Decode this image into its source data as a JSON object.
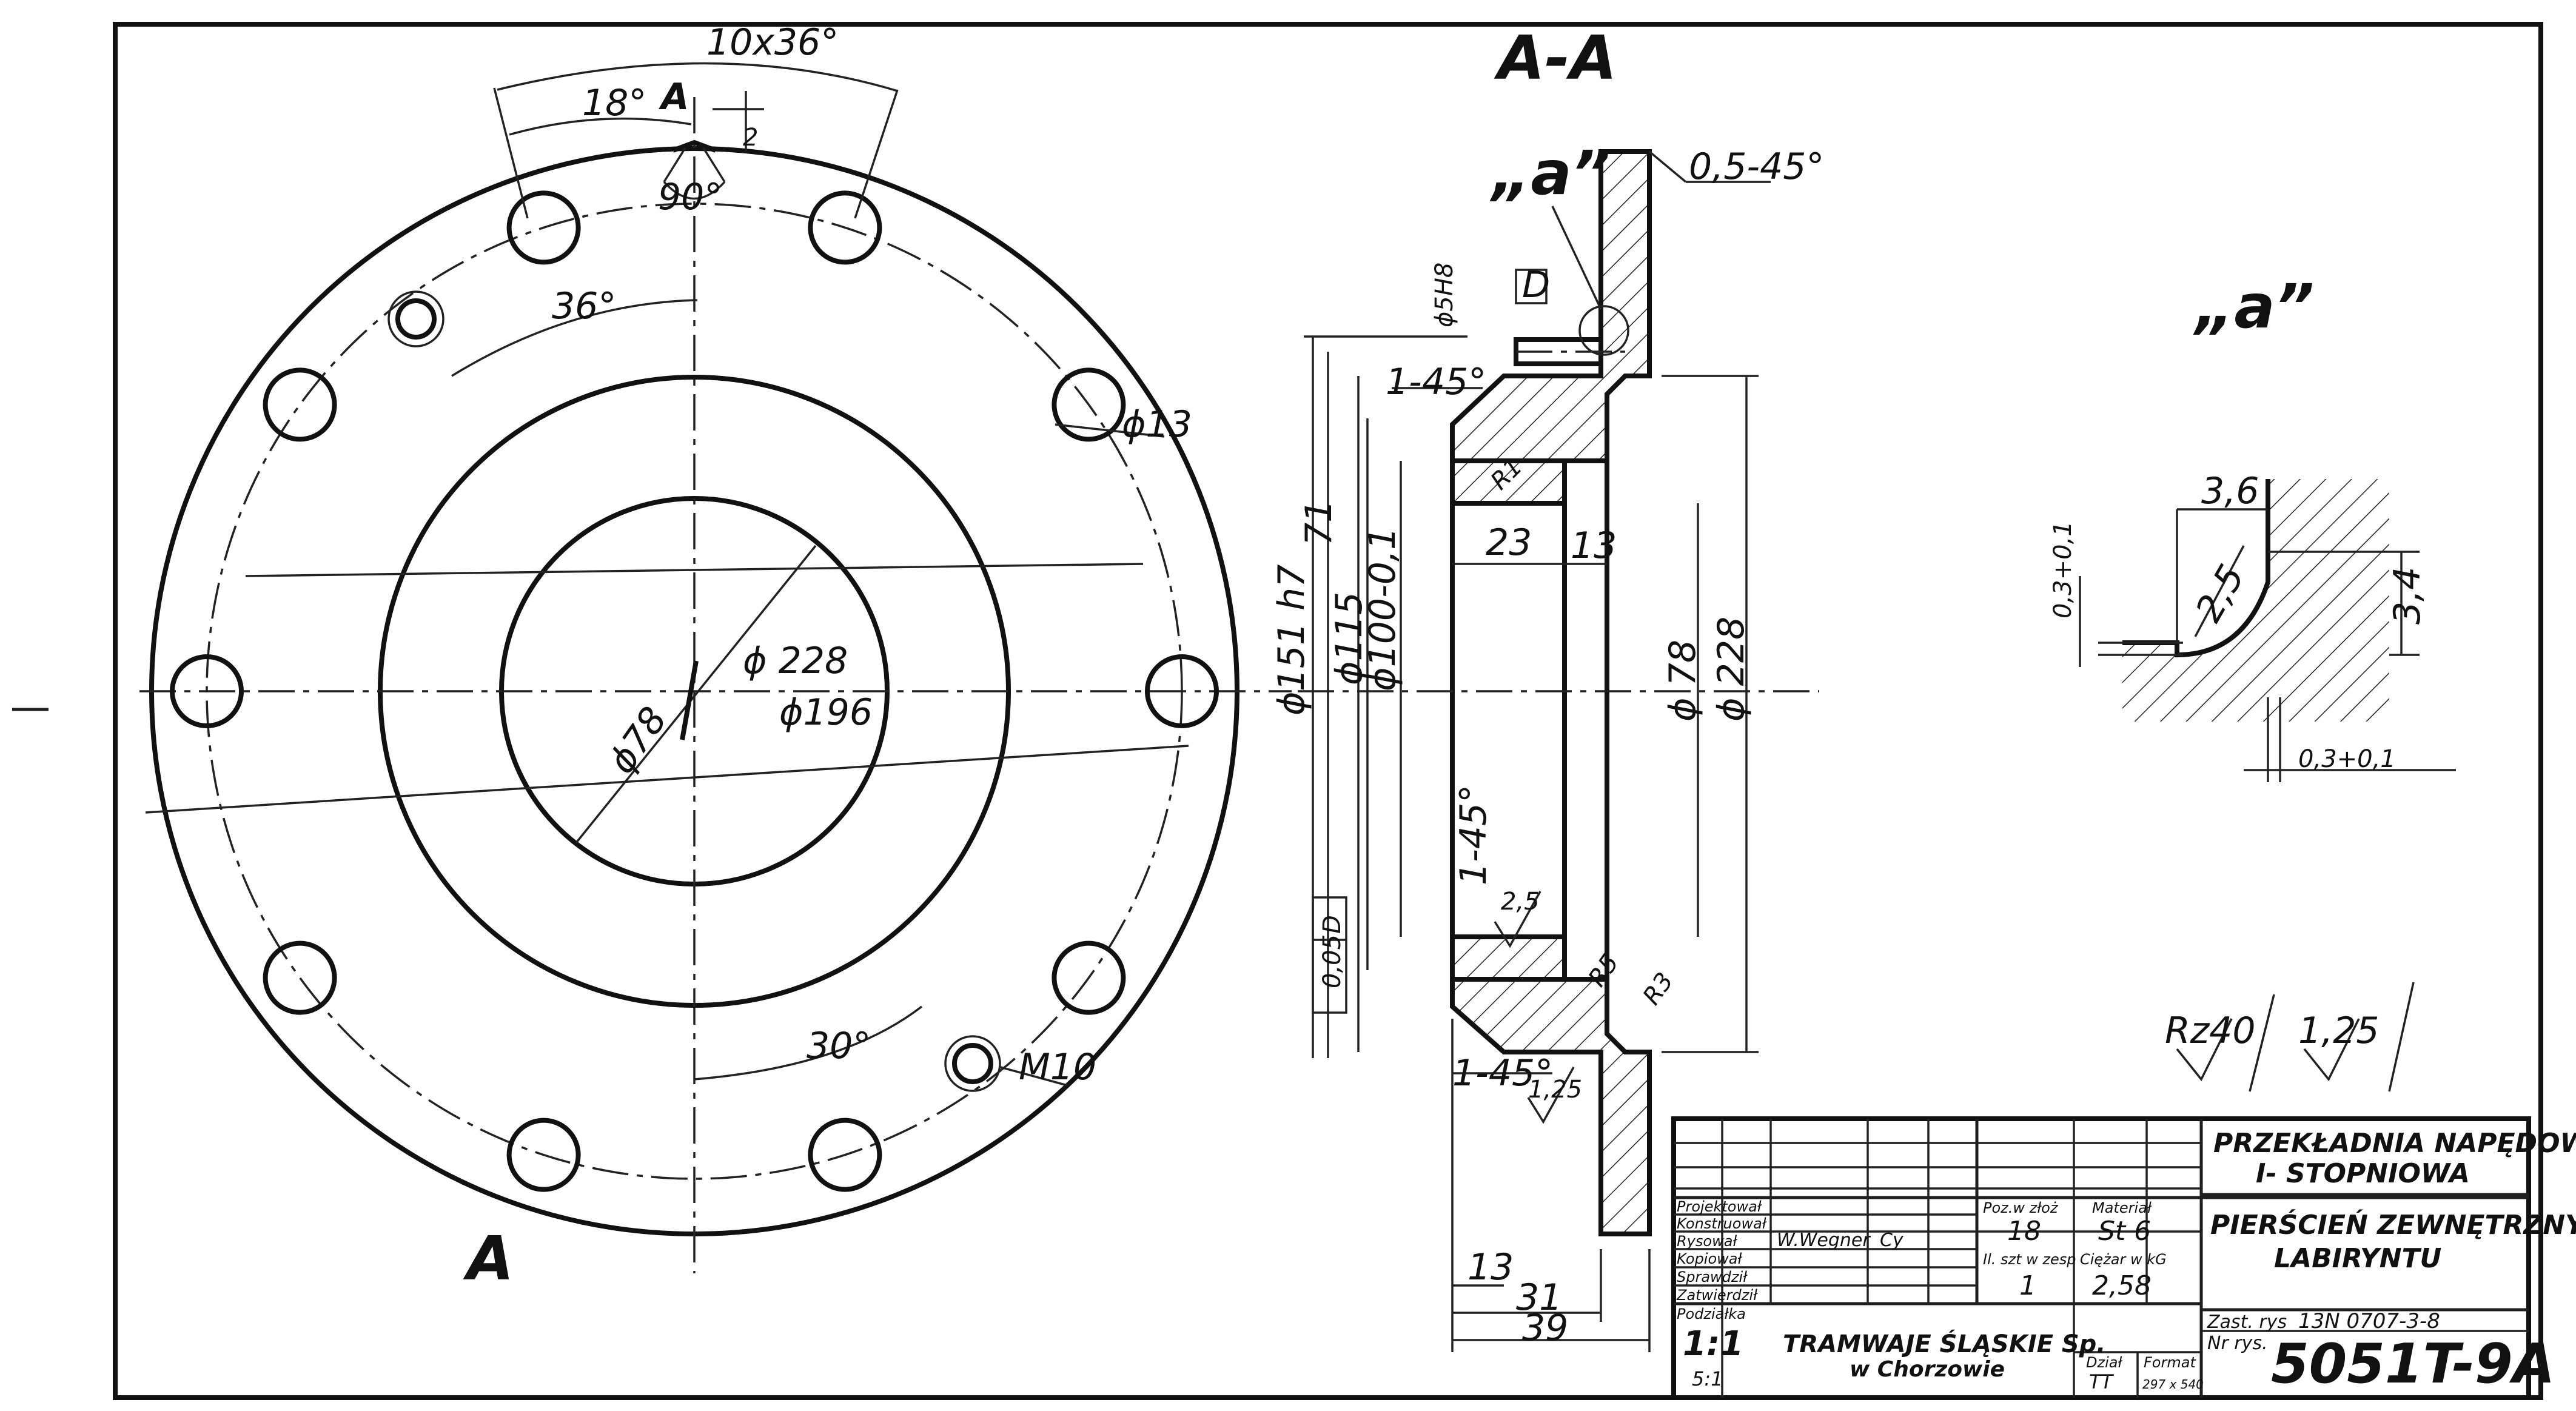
{
  "section_title": "A-A",
  "detail_title": "„a”",
  "detail_ref": "„a”",
  "view_marks": {
    "top": "A",
    "bottom": "A"
  },
  "front_view": {
    "holes_pattern": "10x36°",
    "angle_18": "18°",
    "angle_36": "36°",
    "angle_90": "90°",
    "angle_30": "30°",
    "notch_depth": "2",
    "dim_228": "ϕ 228",
    "dim_196": "ϕ196",
    "dim_78": "ϕ78",
    "dim_13": "ϕ13",
    "thread": "M10"
  },
  "section_view": {
    "dim_151": "ϕ151 h7",
    "dim_115": "ϕ115",
    "dim_100": "ϕ100-0,1",
    "dim_71": "71",
    "dim_78": "ϕ 78",
    "dim_228": "ϕ 228",
    "dim_23": "23",
    "dim_13_inner": "13",
    "dim_13_bottom": "13",
    "dim_31": "31",
    "dim_39": "39",
    "chamfer_top": "0,5-45°",
    "chamfer_1": "1-45°",
    "chamfer_2": "1-45°",
    "chamfer_3": "1-45°",
    "r1": "R1",
    "r5": "R5",
    "r3": "R3",
    "hole_fit": "ϕ5H8",
    "datum": "D",
    "tol_datum": "D",
    "tol_value": "0,05",
    "rough_25": "2,5",
    "rough_125": "1,25"
  },
  "detail_view": {
    "dim_36": "3,6",
    "dim_25": "2,5",
    "dim_34": "3,4",
    "dim_03_left": "0,3+0,1",
    "dim_03_bottom": "0,3+0,1"
  },
  "roughness_legend": {
    "first": "Rz40",
    "second": "1,25"
  },
  "title_block": {
    "product": "PRZEKŁADNIA NAPĘDOWA",
    "product2": "I- STOPNIOWA",
    "part": "PIERŚCIEŃ ZEWNĘTRZNY",
    "part2": "LABIRYNTU",
    "roles": [
      "Projektował",
      "Konstruował",
      "Rysował",
      "Kopiował",
      "Sprawdził",
      "Zatwierdził"
    ],
    "drawn_by": "W.Wegner",
    "signature": "Cy",
    "pos_label": "Poz.w złoż",
    "pos_value": "18",
    "material_label": "Materiał",
    "material_value": "St 6",
    "qty_label": "Il. szt w zesp",
    "qty_value": "1",
    "weight_label": "Ciężar w kG",
    "weight_value": "2,58",
    "scale_label": "Podziałka",
    "scale_value": "1:1",
    "scale_alt": "5:1",
    "company": "TRAMWAJE ŚLĄSKIE Sp.",
    "company_city": "w Chorzowie",
    "dept_label": "Dział",
    "dept_value": "TT",
    "format_label": "Format",
    "format_value": "297 x 540",
    "replaces_label": "Zast. rys",
    "replaces_value": "13N 0707-3-8",
    "drawing_no_label": "Nr rys.",
    "drawing_no": "5051T-9A"
  }
}
